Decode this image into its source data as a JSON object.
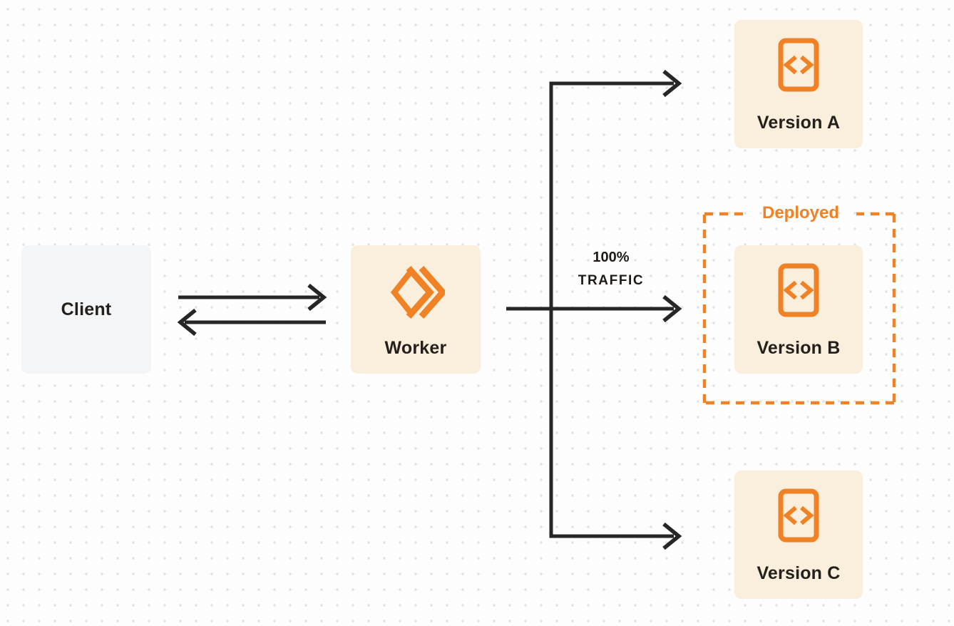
{
  "colors": {
    "background": "#FDFDFD",
    "dot": "#E4E4E4",
    "client_box": "#F4F5F6",
    "cream_box": "#FAEEDD",
    "orange": "#F08124",
    "arrow": "#262626",
    "text": "#24201B"
  },
  "nodes": {
    "client": {
      "label": "Client"
    },
    "worker": {
      "label": "Worker",
      "icon": "cloudflare-workers-icon"
    },
    "version_a": {
      "label": "Version A",
      "icon": "code-file-icon"
    },
    "version_b": {
      "label": "Version B",
      "icon": "code-file-icon"
    },
    "version_c": {
      "label": "Version C",
      "icon": "code-file-icon"
    }
  },
  "annotations": {
    "deployed_label": "Deployed",
    "traffic_percent": "100%",
    "traffic_word": "TRAFFIC"
  },
  "edges": [
    {
      "from": "client",
      "to": "worker",
      "type": "arrow-right"
    },
    {
      "from": "worker",
      "to": "client",
      "type": "arrow-left"
    },
    {
      "from": "worker",
      "to": "version_a",
      "type": "branch-arrow"
    },
    {
      "from": "worker",
      "to": "version_b",
      "type": "branch-arrow",
      "label": "100% TRAFFIC"
    },
    {
      "from": "worker",
      "to": "version_c",
      "type": "branch-arrow"
    }
  ]
}
